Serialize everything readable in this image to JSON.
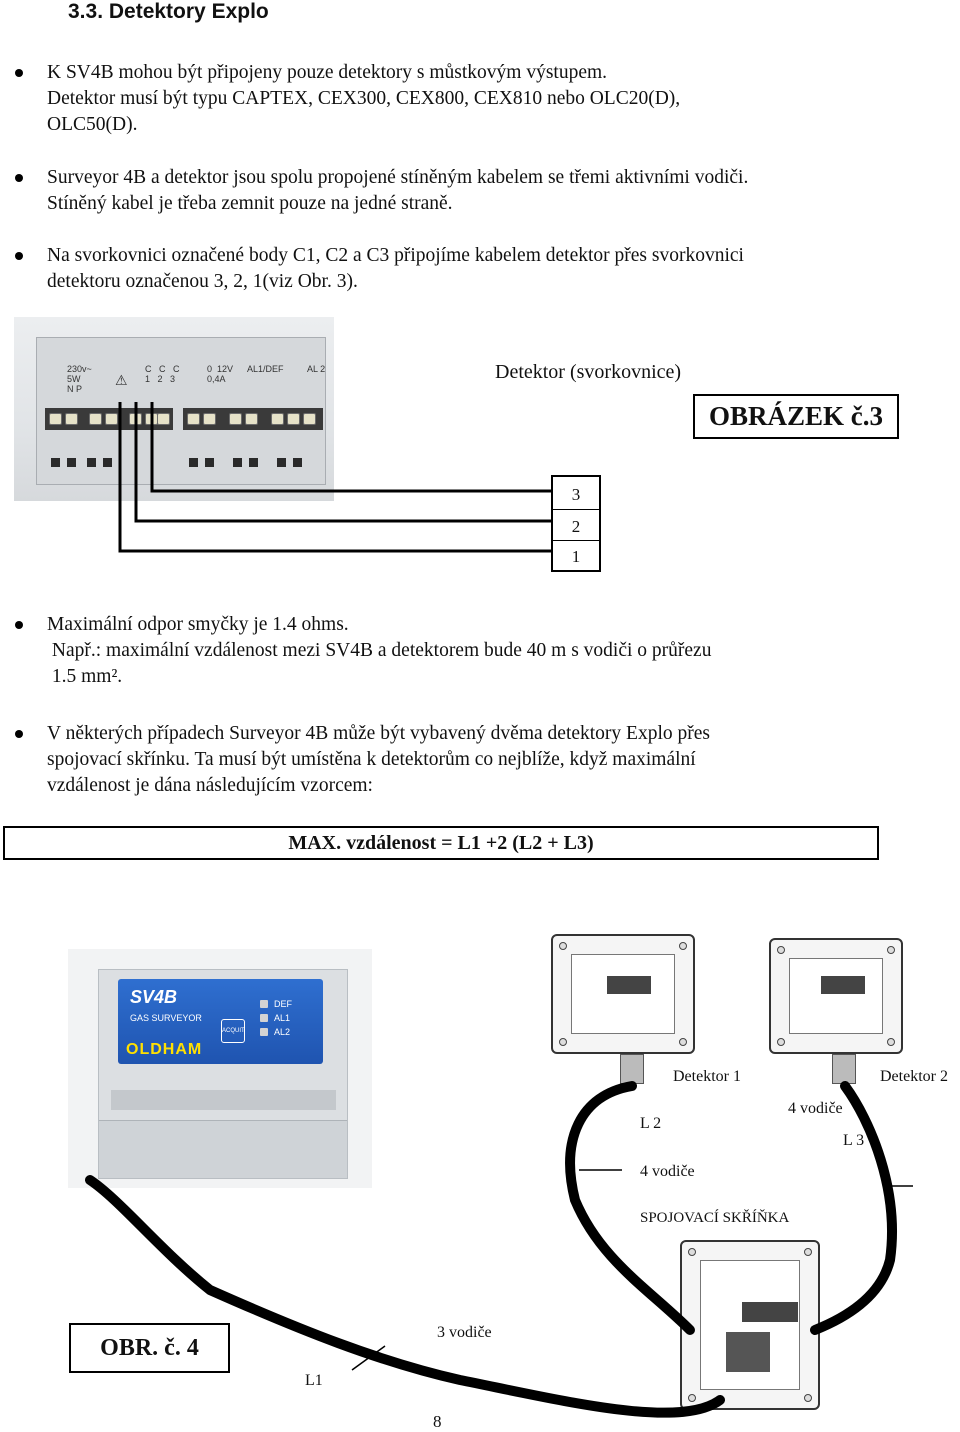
{
  "heading": "3.3. Detektory Explo",
  "bullets": [
    {
      "lines": [
        "K SV4B mohou být připojeny pouze detektory s můstkovým výstupem.",
        "Detektor musí být typu CAPTEX, CEX300, CEX800, CEX810 nebo OLC20(D),",
        "OLC50(D)."
      ]
    },
    {
      "lines": [
        "Surveyor 4B a detektor jsou spolu propojené stíněným kabelem se třemi aktivními vodiči.",
        "Stíněný kabel je třeba zemnit pouze na jedné straně."
      ]
    },
    {
      "lines": [
        "Na svorkovnici označené body C1, C2 a C3 připojíme kabelem detektor přes svorkovnici",
        "detektoru označenou 3, 2, 1(viz Obr. 3)."
      ]
    },
    {
      "lines": [
        "Maximální odpor smyčky je 1.4 ohms.",
        " Např.: maximální vzdálenost mezi SV4B a detektorem bude 40 m s vodiči o průřezu",
        " 1.5 mm²."
      ]
    },
    {
      "lines": [
        "V některých případech Surveyor 4B může být vybavený dvěma detektory Explo přes",
        "spojovací skřínku. Ta musí být umístěna k detektorům co nejblíže, když maximální",
        "vzdálenost je dána následujícím vzorcem:"
      ]
    }
  ],
  "figure3": {
    "caption": "OBRÁZEK č.3",
    "terminal_label": "Detektor (svorkovnice)",
    "terminals": [
      "3",
      "2",
      "1"
    ],
    "module_labels": {
      "power": "230v~",
      "watt": "5W",
      "np": "N   P",
      "c_row": "C   C   C",
      "c_nums": "1   2   3",
      "v12": "0  12V",
      "amp": "0,4A",
      "al1": "AL1/DEF",
      "al2": "AL 2"
    }
  },
  "formula": "MAX. vzdálenost = L1 +2 (L2 + L3)",
  "figure4": {
    "caption": "OBR. č. 4",
    "device": {
      "title": "SV4B",
      "subtitle": "GAS SURVEYOR",
      "brand": "OLDHAM",
      "ack": "ACQUIT",
      "leds": [
        "DEF",
        "AL1",
        "AL2"
      ]
    },
    "labels": {
      "detector1": "Detektor 1",
      "detector2": "Detektor 2",
      "l2": "L 2",
      "l3": "L 3",
      "l1": "L1",
      "wires4_a": "4 vodiče",
      "wires4_b": "4 vodiče",
      "wires3": "3 vodiče",
      "junction": "SPOJOVACÍ SKŘÍŇKA"
    }
  },
  "page_number": "8"
}
